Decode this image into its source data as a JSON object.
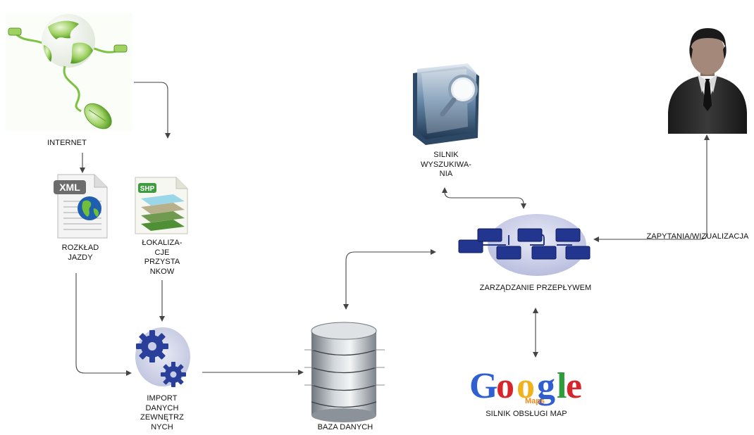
{
  "nodes": {
    "internet": {
      "label_lines": [
        "INTERNET"
      ],
      "icon": "globe-mouse-icon"
    },
    "timetable": {
      "label_lines": [
        "ROZKŁAD",
        "JAZDY"
      ],
      "icon": "xml-file-icon",
      "badge": "XML"
    },
    "stops": {
      "label_lines": [
        "ŁOKALIZA-",
        "CJE",
        "PRZYSTA",
        "NKOW"
      ],
      "icon": "shp-file-icon",
      "badge": "SHP"
    },
    "import": {
      "label_lines": [
        "IMPORT",
        "DANYCH",
        "ZEWNĘTRZ",
        "NYCH"
      ],
      "icon": "gears-icon"
    },
    "database": {
      "label_lines": [
        "BAZA DANYCH"
      ],
      "icon": "database-icon"
    },
    "search": {
      "label_lines": [
        "SILNIK",
        "WYSZUKIWA-",
        "NIA"
      ],
      "icon": "search-engine-icon"
    },
    "workflow": {
      "label_lines": [
        "ZARZĄDZANIE PRZEPŁYWEM"
      ],
      "icon": "workflow-icon"
    },
    "maps": {
      "label_lines": [
        "SILNIK OBSŁUGI MAP"
      ],
      "icon": "google-maps-logo",
      "logo_word": "Google",
      "logo_sub": "Maps"
    },
    "user": {
      "label_lines": [],
      "icon": "user-avatar-icon"
    }
  },
  "edge_labels": {
    "queries": "ZAPYTANIA/WIZUALIZACJA"
  },
  "colors": {
    "line": "#444444",
    "gear": "#2a3f9a",
    "workflow_box": "#22358f",
    "workflow_oval": "#c9cde6",
    "globe": "#7cc242",
    "db": "#9aa1a8",
    "google_blue": "#2f5fd0",
    "google_red": "#d6262b",
    "google_yellow": "#f1b21b",
    "google_green": "#2f9c3b",
    "maps_orange": "#f48b1c"
  }
}
